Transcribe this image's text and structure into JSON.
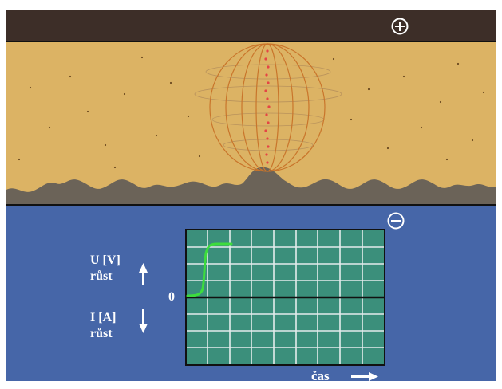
{
  "labels": {
    "voltage": "U [V]",
    "voltage_growth": "růst",
    "current": "I [A]",
    "current_growth": "růst",
    "zero": "0",
    "time": "čas"
  },
  "symbols": {
    "anode": "plus-in-circle",
    "cathode": "minus-in-circle"
  },
  "colors": {
    "top_electrode": "#3d2e28",
    "gap": "#dcb364",
    "bottom_background": "#4666a8",
    "deposit": "#6b6358",
    "oscilloscope_screen": "#3b8f7b",
    "grid": "#e4ecec",
    "trace": "#3ddc3d",
    "field_lines": "#c9752b",
    "spark_dots": "#e54545"
  }
}
